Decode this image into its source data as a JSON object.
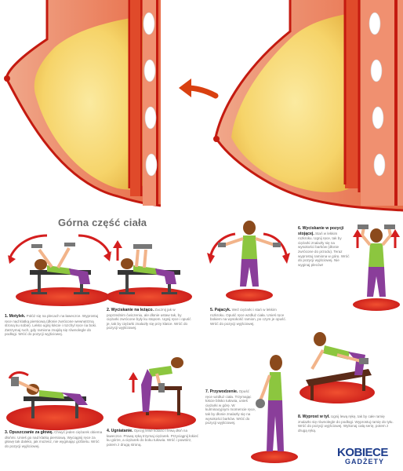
{
  "section_title": "Górna część ciała",
  "exercises": [
    {
      "number": "1.",
      "name": "Motylek.",
      "text": "Połóż się na plecach na ławeczce. Wyprostuj ręce nad klatką piersiową (dłonie zwrócone wewnętrzną stroną ku sobie). Lekko ugnij łokcie i rozchyl ręce na boki. Zatrzymaj ruch, gdy ramiona znajdą się równolegle do podłogi. Wróć do pozycji wyjściowej."
    },
    {
      "number": "2.",
      "name": "Wyciskanie na leżąco.",
      "text": "Zacznij jak w poprzednim ćwiczeniu, ale dłonie ustaw tak, by ciężarki zwrócone były ku stopom. Ugnij ręce i opuść je, tak by ciężarki znalazły się przy klatce. Wróć do pozycji wyjściowej."
    },
    {
      "number": "3.",
      "name": "Opuszczanie za głowę.",
      "text": "Chwyć jeden ciężarek obiema dłońmi. Unieś go nad klatką piersiową. Wyciągnij ręce za głowę tak daleko, jak możesz, nie wyginając grzbietu. Wróć do pozycji wyjściowej."
    },
    {
      "number": "4.",
      "name": "Ugniatanie.",
      "text": "Oprzyj lewe kolano i lewą dłoń na ławeczce. Prawą ręką trzymaj ciężarek. Przyciągnij łokieć ku górze, a ciężarek do boku tułowia. Wróć i powtórz, potem z drugą stroną."
    },
    {
      "number": "5.",
      "name": "Pajacyk.",
      "text": "Weź ciężarki i stań w lekkim rozkroku. Opuść ręce wzdłuż ciała. Unieś ręce bokiem na wysokość ramion, po czym je opuść. Wróć do pozycji wyjściowej."
    },
    {
      "number": "6.",
      "name": "Wyciskanie w pozycji stojącej.",
      "text": "Stań w lekkim rozkroku. Ugnij ręce, tak by ciężarki znalazły się na wysokości barków (dłonie zwrócone do przodu). Teraz wyprostuj ramiona w górę. Wróć do pozycji wyjściowej. Nie wyginaj pleców!"
    },
    {
      "number": "7.",
      "name": "Przywodzenie.",
      "text": "Opuść ręce wzdłuż ciała. Trzymając łokcie blisko tułowia, unieś ciężarki w górę. W kulminacyjnym momencie ręce, tak by dłonie znalazły się na wysokości barków. Wróć do pozycji wyjściowej."
    },
    {
      "number": "8.",
      "name": "Wyprost w tył.",
      "text": "Ugnij lewą rękę, tak by całe ramię znalazło się równolegle do podłogi. Wyprostuj ramię do tyłu. Wróć do pozycji wyjściowej. Wykonaj całą serię, potem z drugą ręką."
    }
  ],
  "brand": {
    "line1": "KOBIECE",
    "line2": "GADŻETY"
  },
  "colors": {
    "skin": "#e63d1f",
    "fat": "#f6dc7a",
    "shirt": "#8cc63f",
    "pants": "#8a3e9a",
    "floor": "#d41e1e",
    "arrow": "#d94010",
    "hair": "#8b4a1c"
  }
}
